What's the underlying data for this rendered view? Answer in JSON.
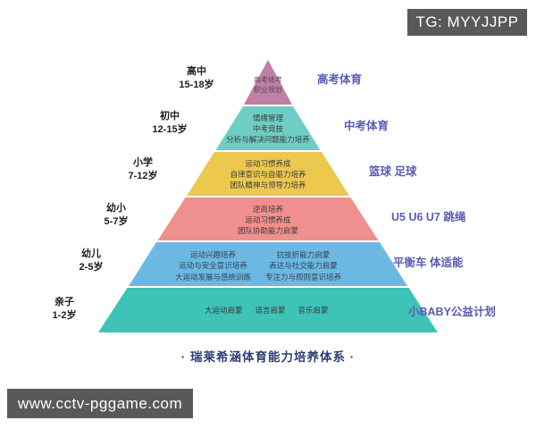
{
  "watermarks": {
    "telegram": "TG: MYYJJPP",
    "site": "www.cctv-pggame.com"
  },
  "caption": "· 瑞莱希涵体育能力培养体系 ·",
  "colors": {
    "tier1": "#c07fa5",
    "tier2": "#6ecec4",
    "tier3": "#ecc84f",
    "tier4": "#f0908e",
    "tier5": "#6cb8e4",
    "tier6": "#3fc2b8",
    "age_label": "#1d1d1d",
    "program_label": "#5b5bb5",
    "caption": "#2e3f73",
    "badge_bg": "#595959"
  },
  "tiers": [
    {
      "id": "tier-1",
      "color": "#c07fa5",
      "age_stage": "高中",
      "age_years": "15-18岁",
      "program": "高考体育",
      "content_lines": [
        "高考体考",
        "职业规划"
      ]
    },
    {
      "id": "tier-2",
      "color": "#6ecec4",
      "age_stage": "初中",
      "age_years": "12-15岁",
      "program": "中考体育",
      "content_lines": [
        "情绪管理",
        "中考竞技",
        "分析与解决问题能力培养"
      ]
    },
    {
      "id": "tier-3",
      "color": "#ecc84f",
      "age_stage": "小学",
      "age_years": "7-12岁",
      "program": "篮球 足球",
      "content_lines": [
        "运动习惯养成",
        "自律意识与自驱力培养",
        "团队精神与领导力培养"
      ]
    },
    {
      "id": "tier-4",
      "color": "#f0908e",
      "age_stage": "幼小",
      "age_years": "5-7岁",
      "program": "U5 U6 U7 跳绳",
      "content_lines": [
        "逆商培养",
        "运动习惯养成",
        "团队协助能力启蒙"
      ]
    },
    {
      "id": "tier-5",
      "color": "#6cb8e4",
      "age_stage": "幼儿",
      "age_years": "2-5岁",
      "program": "平衡车 体适能",
      "content_columns": [
        [
          "运动兴趣培养",
          "运动与安全意识培养",
          "大运动发展与感统训练"
        ],
        [
          "抗挫折能力启蒙",
          "表达与社交能力启蒙",
          "专注力与规则意识培养"
        ]
      ]
    },
    {
      "id": "tier-6",
      "color": "#3fc2b8",
      "age_stage": "亲子",
      "age_years": "1-2岁",
      "program": "小BABY公益计划",
      "content_inline": [
        "大运动启蒙",
        "语言启蒙",
        "音乐启蒙"
      ]
    }
  ]
}
